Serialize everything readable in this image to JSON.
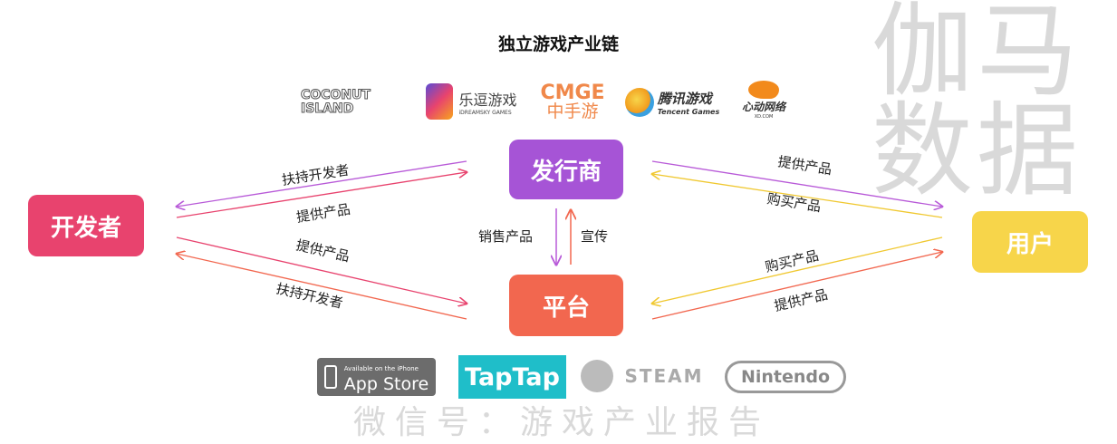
{
  "title": "独立游戏产业链",
  "watermark": {
    "main": "伽马数据",
    "sub": "微信号：游戏产业报告"
  },
  "nodes": {
    "developer": "开发者",
    "publisher": "发行商",
    "platform": "平台",
    "user": "用户"
  },
  "colors": {
    "developer": "#e8436e",
    "publisher": "#a654d6",
    "platform": "#f2674f",
    "user": "#f7d54a"
  },
  "edges": {
    "pub_to_dev": "扶持开发者",
    "dev_to_pub": "提供产品",
    "dev_to_plat": "提供产品",
    "plat_to_dev": "扶持开发者",
    "pub_to_user": "提供产品",
    "user_to_pub": "购买产品",
    "user_to_plat": "购买产品",
    "plat_to_user": "提供产品",
    "pub_to_plat": "销售产品",
    "plat_to_pub": "宣传"
  },
  "publisher_logos": [
    {
      "name": "COCONUT ISLAND"
    },
    {
      "name": "乐逗游戏",
      "sub": "iDREAMSKY GAMES"
    },
    {
      "name": "CMGE",
      "sub": "中手游"
    },
    {
      "name": "腾讯游戏",
      "sub": "Tencent Games"
    },
    {
      "name": "心动网络",
      "sub": "XD.COM"
    }
  ],
  "platform_logos": [
    {
      "name": "App Store",
      "sub": "Available on the iPhone"
    },
    {
      "name": "TapTap"
    },
    {
      "name": "STEAM"
    },
    {
      "name": "Nintendo"
    }
  ]
}
